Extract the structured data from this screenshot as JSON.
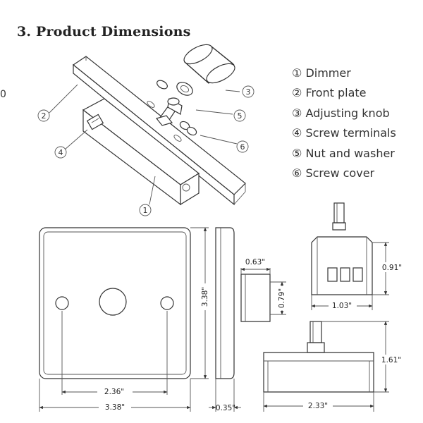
{
  "title": "3. Product Dimensions",
  "stray_mark": "0",
  "legend": [
    {
      "marker": "①",
      "label": "Dimmer"
    },
    {
      "marker": "②",
      "label": "Front plate"
    },
    {
      "marker": "③",
      "label": "Adjusting knob"
    },
    {
      "marker": "④",
      "label": "Screw terminals"
    },
    {
      "marker": "⑤",
      "label": "Nut and washer"
    },
    {
      "marker": "⑥",
      "label": "Screw cover"
    }
  ],
  "callouts": {
    "c1": "1",
    "c2": "2",
    "c3": "3",
    "c4": "4",
    "c5": "5",
    "c6": "6"
  },
  "dimensions": {
    "front_plate_height": "3.38\"",
    "front_plate_width": "3.38\"",
    "screw_spacing": "2.36\"",
    "plate_depth": "0.35\"",
    "knob_height": "0.63\"",
    "knob_diameter": "0.79\"",
    "body_width": "1.03\"",
    "body_height": "0.91\"",
    "total_depth": "1.61\"",
    "base_width": "2.33\""
  }
}
